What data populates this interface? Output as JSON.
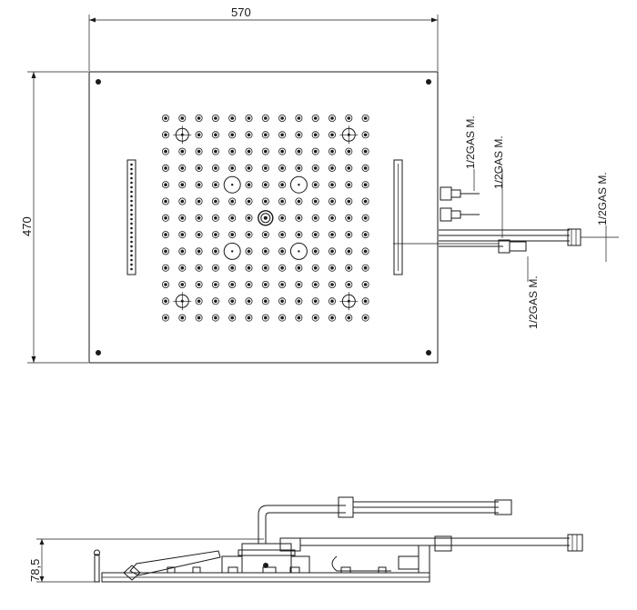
{
  "drawing": {
    "top_view": {
      "width_dim": "570",
      "height_dim": "470",
      "connection_labels": [
        "1/2GAS M.",
        "1/2GAS M.",
        "1/2GAS M.",
        "1/2GAS M."
      ]
    },
    "side_view": {
      "height_dim": "78,5"
    }
  }
}
